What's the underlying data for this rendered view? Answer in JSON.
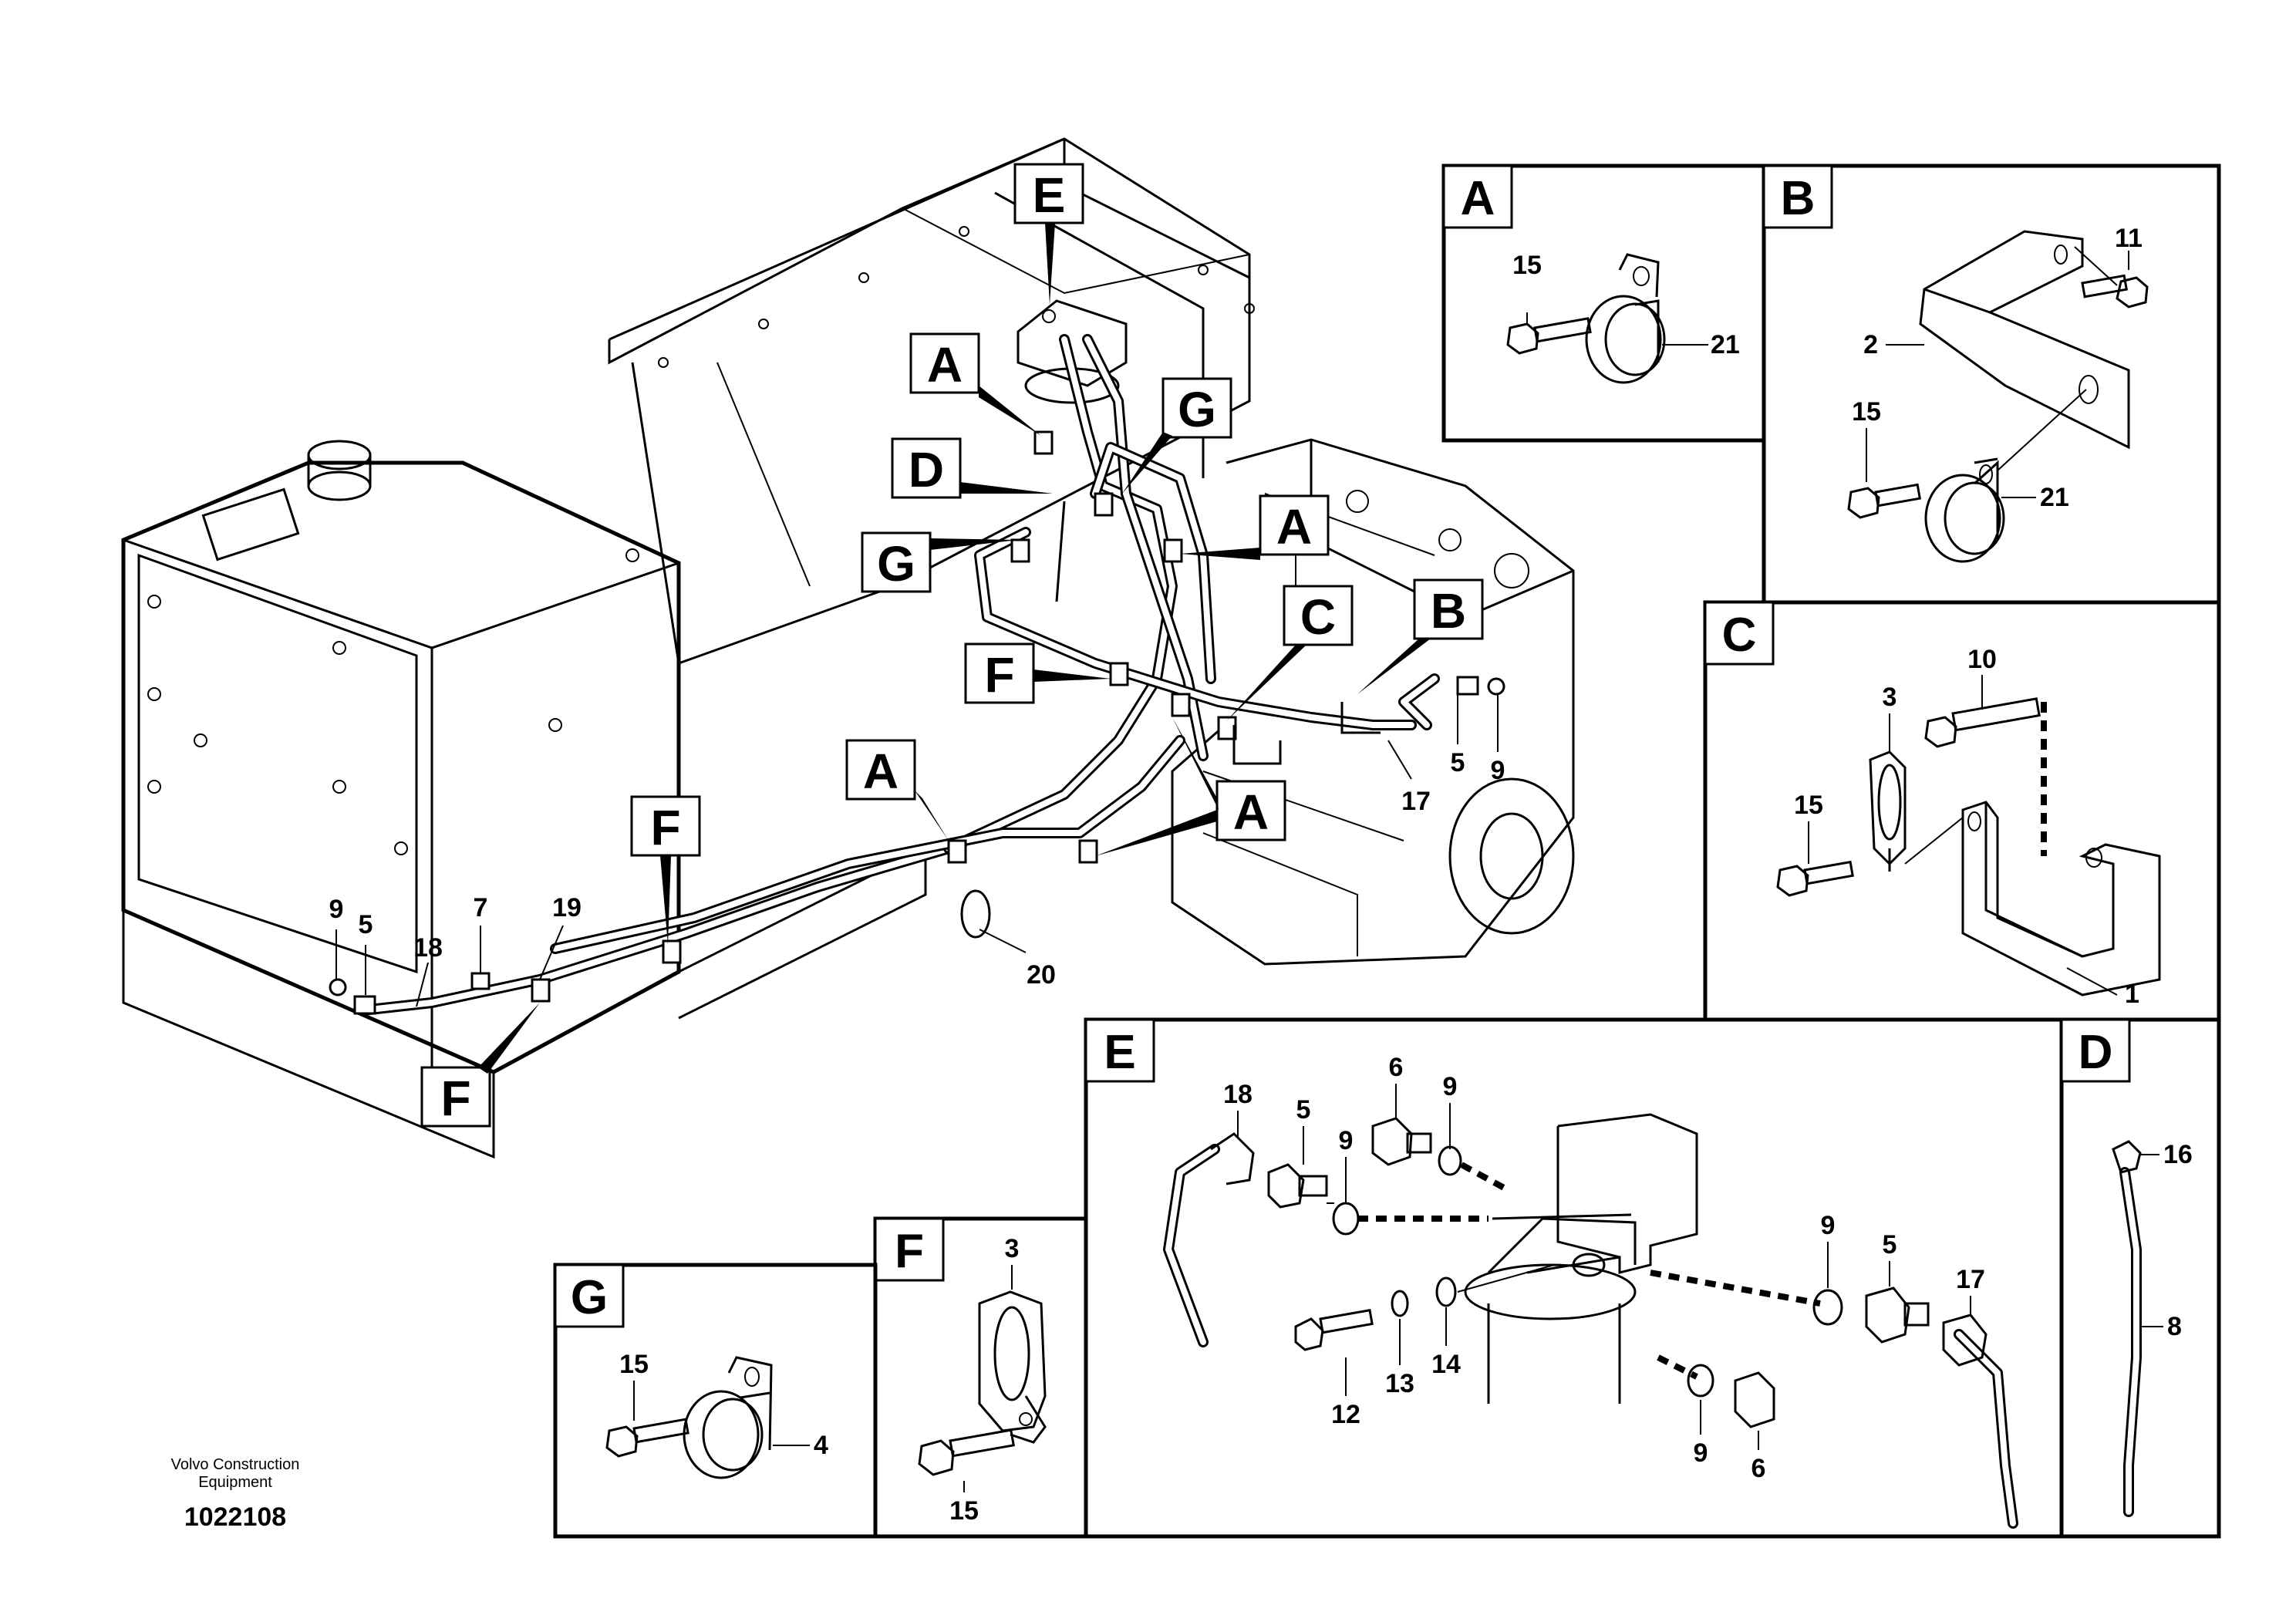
{
  "detail_panels": [
    {
      "letter": "A",
      "parts": [
        "15",
        "21"
      ]
    },
    {
      "letter": "B",
      "parts": [
        "11",
        "2",
        "15",
        "21"
      ]
    },
    {
      "letter": "C",
      "parts": [
        "10",
        "3",
        "15",
        "1"
      ]
    },
    {
      "letter": "D",
      "parts": [
        "16",
        "8"
      ]
    },
    {
      "letter": "E",
      "parts": [
        "18",
        "5",
        "6",
        "9",
        "9",
        "12",
        "13",
        "14",
        "9",
        "5",
        "17",
        "9",
        "6"
      ]
    },
    {
      "letter": "F",
      "parts": [
        "3",
        "15"
      ]
    },
    {
      "letter": "G",
      "parts": [
        "15",
        "4"
      ]
    }
  ],
  "main_view": {
    "callout_boxes": [
      "E",
      "A",
      "G",
      "D",
      "A",
      "G",
      "C",
      "B",
      "F",
      "A",
      "A",
      "F",
      "F"
    ],
    "part_numbers": [
      "5",
      "9",
      "17",
      "9",
      "5",
      "7",
      "19",
      "18",
      "20"
    ]
  },
  "footer": {
    "company_line1": "Volvo Construction",
    "company_line2": "Equipment",
    "drawing_id": "1022108"
  }
}
